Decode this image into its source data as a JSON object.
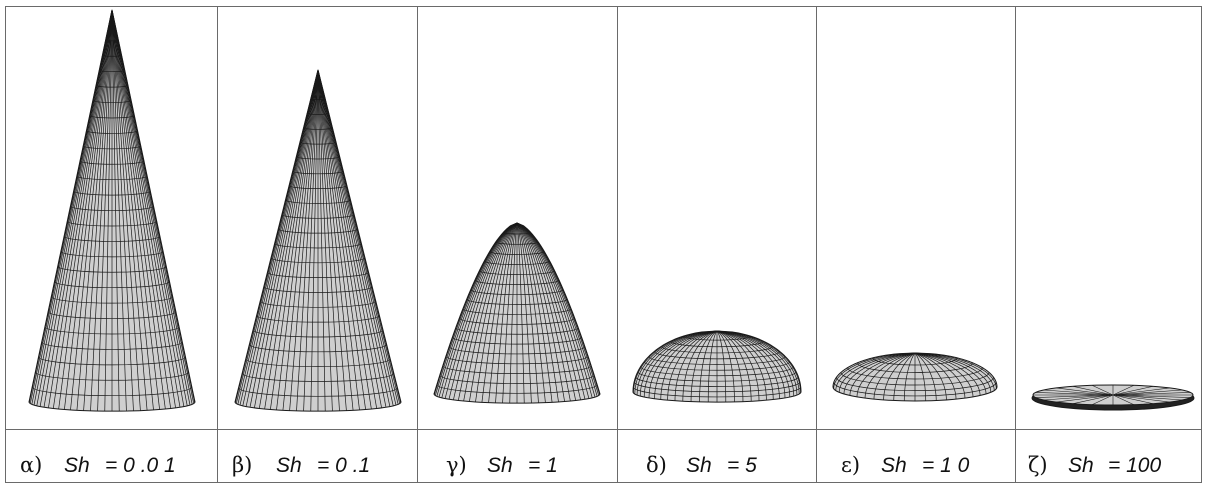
{
  "panels": [
    {
      "letter": "α)",
      "label": "Sh",
      "value": "= 0 .0 1",
      "shape": "cone-tall"
    },
    {
      "letter": "β)",
      "label": "Sh",
      "value": "= 0 .1",
      "shape": "cone"
    },
    {
      "letter": "γ)",
      "label": "Sh",
      "value": "= 1",
      "shape": "paraboloid"
    },
    {
      "letter": "δ)",
      "label": "Sh",
      "value": "= 5",
      "shape": "dome"
    },
    {
      "letter": "ε)",
      "label": "Sh",
      "value": "= 1 0",
      "shape": "flat-dome"
    },
    {
      "letter": "ζ)",
      "label": "Sh",
      "value": "=   100",
      "shape": "disc"
    }
  ],
  "colors": {
    "surface": "#cfcfcf",
    "mesh": "#1a1a1a",
    "border": "#6a6a6a"
  }
}
